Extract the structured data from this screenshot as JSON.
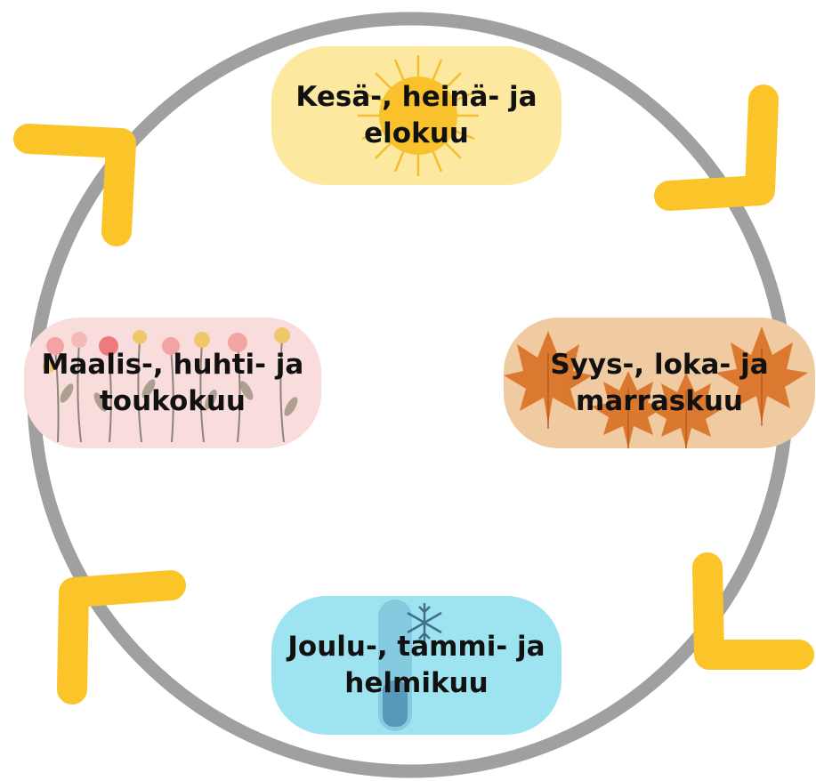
{
  "colors": {
    "ring": "#a0a0a0",
    "arrow": "#fbc52a",
    "summer_bg": "#fde8a0",
    "autumn_bg": "#f0caa0",
    "spring_bg": "#f9dcdc",
    "winter_bg": "#9ee4f0"
  },
  "seasons": {
    "summer": {
      "label": "Kesä-, heinä- ja elokuu",
      "icon": "sun-icon"
    },
    "autumn": {
      "label": "Syys-, loka- ja marraskuu",
      "icon": "maple-leaves-icon"
    },
    "winter": {
      "label": "Joulu-, tammi- ja helmikuu",
      "icon": "thermometer-snowflake-icon"
    },
    "spring": {
      "label": "Maalis-, huhti- ja toukokuu",
      "icon": "flowers-icon"
    }
  }
}
